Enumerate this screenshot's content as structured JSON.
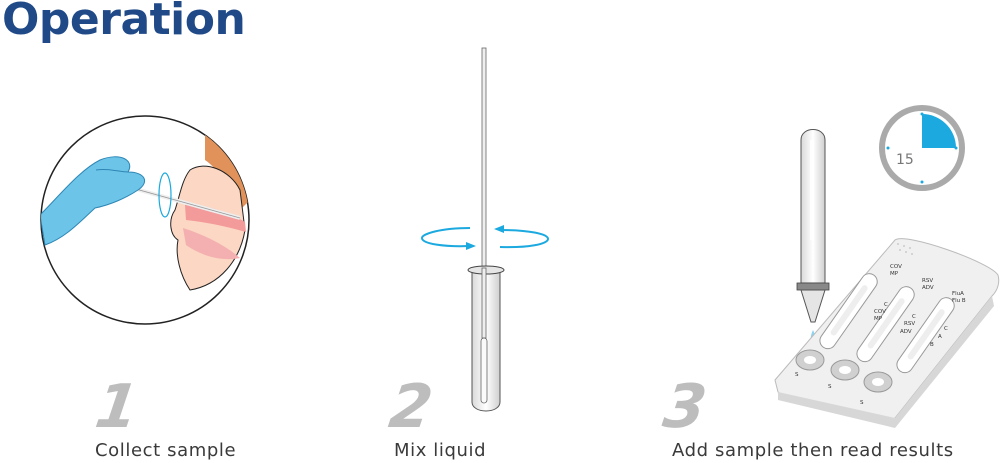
{
  "title": "Operation",
  "steps": [
    {
      "number": "1",
      "caption": "Collect sample"
    },
    {
      "number": "2",
      "caption": "Mix liquid"
    },
    {
      "number": "3",
      "caption": "Add sample then read results"
    }
  ],
  "timer": {
    "value": "15",
    "unit": "MIN"
  },
  "cassette": {
    "top_labels": [
      "COV",
      "MP",
      "RSV",
      "ADV",
      "FluA",
      "Flu B"
    ],
    "strip1": [
      "C",
      "COV",
      "MP"
    ],
    "strip2": [
      "C",
      "RSV",
      "ADV"
    ],
    "strip3": [
      "C",
      "A",
      "B"
    ],
    "well_label": "S"
  },
  "colors": {
    "title": "#1f4a87",
    "accent": "#1ba9df",
    "glove": "#6cc4e8",
    "number": "#bdbdbd"
  }
}
